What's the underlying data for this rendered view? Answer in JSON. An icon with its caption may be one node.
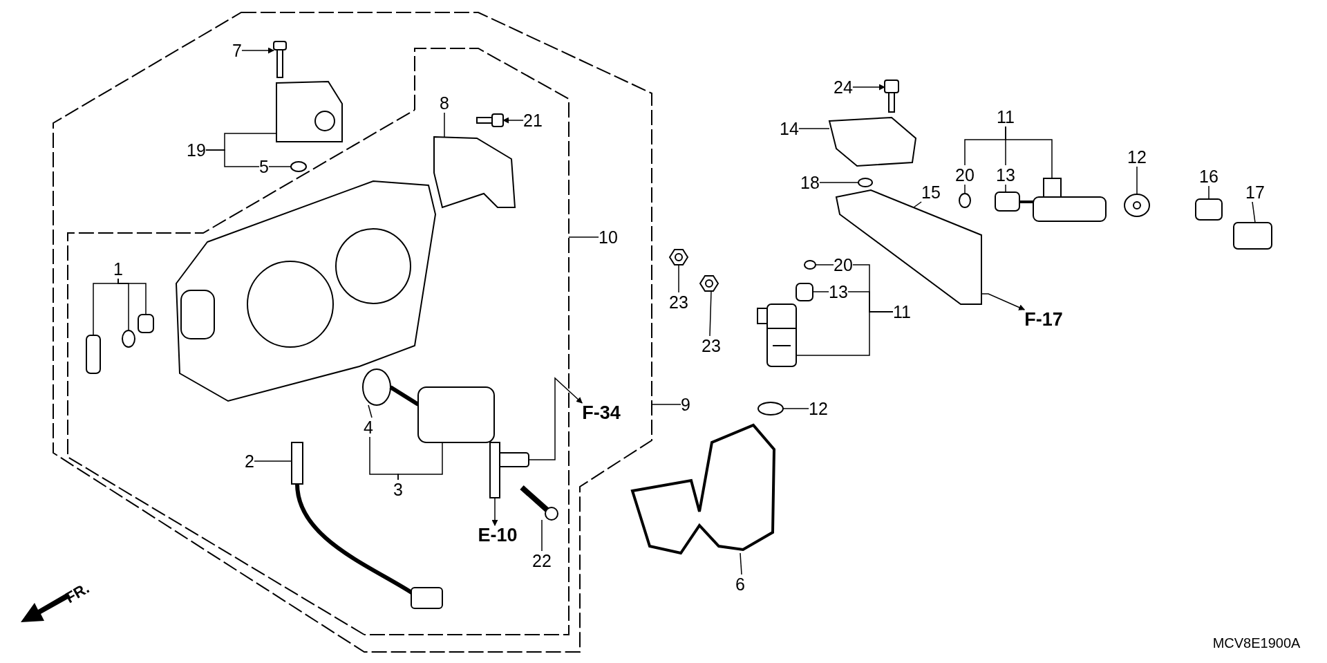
{
  "diagram": {
    "nodes": [
      {
        "text": [
          "7"
        ]
      },
      {
        "text": [
          "24"
        ]
      },
      {
        "text": [
          "8"
        ]
      },
      {
        "text": [
          "11"
        ]
      },
      {
        "text": [
          "21"
        ]
      },
      {
        "text": [
          "14"
        ]
      },
      {
        "text": [
          "19"
        ]
      },
      {
        "text": [
          "12"
        ]
      },
      {
        "text": [
          "5"
        ]
      },
      {
        "text": [
          "20"
        ]
      },
      {
        "text": [
          "13"
        ]
      },
      {
        "text": [
          "16"
        ]
      },
      {
        "text": [
          "18"
        ]
      },
      {
        "text": [
          "17"
        ]
      },
      {
        "text": [
          "15"
        ]
      },
      {
        "text": [
          "10"
        ]
      },
      {
        "text": [
          "1"
        ]
      },
      {
        "text": [
          "20"
        ]
      },
      {
        "text": [
          "23"
        ]
      },
      {
        "text": [
          "13"
        ]
      },
      {
        "text": [
          "11"
        ]
      },
      {
        "text": [
          "F-17"
        ]
      },
      {
        "text": [
          "23"
        ]
      },
      {
        "text": [
          "9"
        ]
      },
      {
        "text": [
          "12"
        ]
      },
      {
        "text": [
          "4"
        ]
      },
      {
        "text": [
          "F-34"
        ]
      },
      {
        "text": [
          "2"
        ]
      },
      {
        "text": [
          "3"
        ]
      },
      {
        "text": [
          "E-10"
        ]
      },
      {
        "text": [
          "22"
        ]
      },
      {
        "text": [
          "6"
        ]
      },
      {
        "text": [],
        "shape": "picture"
      },
      {
        "text": [],
        "shape": "picture"
      },
      {
        "text": [],
        "shape": "picture"
      },
      {
        "text": [],
        "shape": "picture"
      },
      {
        "text": [],
        "shape": "picture"
      },
      {
        "text": [],
        "shape": "picture"
      },
      {
        "text": [],
        "shape": "circle"
      },
      {
        "text": [],
        "shape": "circle"
      },
      {
        "text": [],
        "shape": "circle"
      },
      {
        "text": [],
        "shape": "box"
      },
      {
        "text": [],
        "shape": "picture"
      },
      {
        "text": [],
        "shape": "picture"
      },
      {
        "text": [],
        "shape": "box"
      },
      {
        "text": [],
        "shape": "picture"
      },
      {
        "text": [],
        "shape": "box"
      },
      {
        "text": [],
        "shape": "picture"
      },
      {
        "text": [],
        "shape": "circle"
      },
      {
        "text": [],
        "shape": "picture"
      },
      {
        "text": [],
        "shape": "box"
      },
      {
        "text": [],
        "shape": "box"
      },
      {
        "text": [],
        "shape": "picture"
      },
      {
        "text": [],
        "shape": "circle"
      },
      {
        "text": [],
        "shape": "box"
      },
      {
        "text": [],
        "shape": "circle"
      },
      {
        "text": [],
        "shape": "picture"
      },
      {
        "text": [],
        "shape": "picture"
      },
      {
        "text": [],
        "shape": "picture"
      },
      {
        "text": [],
        "shape": "picture"
      },
      {
        "text": [],
        "shape": "picture"
      },
      {
        "text": [],
        "shape": "picture"
      }
    ],
    "edges": [
      {
        "from": 0,
        "to": 32,
        "arrow": "to"
      },
      {
        "from": 1,
        "to": 33,
        "arrow": "to"
      },
      {
        "from": 2,
        "to": 35,
        "arrow": "none"
      },
      {
        "from": 3,
        "to": 9,
        "arrow": "none"
      },
      {
        "from": 3,
        "to": 10,
        "arrow": "none"
      },
      {
        "from": 3,
        "to": 42,
        "arrow": "none"
      },
      {
        "from": 4,
        "to": 36,
        "arrow": "to"
      },
      {
        "from": 5,
        "to": 37,
        "arrow": "none"
      },
      {
        "from": 6,
        "to": 34,
        "arrow": "none"
      },
      {
        "from": 6,
        "to": 8,
        "arrow": "none"
      },
      {
        "from": 8,
        "to": 38,
        "arrow": "none"
      },
      {
        "from": 7,
        "to": 43,
        "arrow": "none"
      },
      {
        "from": 9,
        "to": 40,
        "arrow": "none"
      },
      {
        "from": 10,
        "to": 41,
        "arrow": "none"
      },
      {
        "from": 11,
        "to": 44,
        "arrow": "none"
      },
      {
        "from": 12,
        "to": 39,
        "arrow": "none"
      },
      {
        "from": 13,
        "to": 46,
        "arrow": "none"
      },
      {
        "from": 14,
        "to": 45,
        "arrow": "none"
      },
      {
        "from": 15,
        "to": null,
        "arrow": "none"
      },
      {
        "from": 16,
        "to": 54,
        "arrow": "none"
      },
      {
        "from": 16,
        "to": 53,
        "arrow": "none"
      },
      {
        "from": 16,
        "to": 51,
        "arrow": "none"
      },
      {
        "from": 17,
        "to": 48,
        "arrow": "none"
      },
      {
        "from": 18,
        "to": 47,
        "arrow": "none"
      },
      {
        "from": 19,
        "to": 50,
        "arrow": "none"
      },
      {
        "from": 20,
        "to": 17,
        "arrow": "none"
      },
      {
        "from": 20,
        "to": 19,
        "arrow": "none"
      },
      {
        "from": 20,
        "to": 52,
        "arrow": "none"
      },
      {
        "from": 45,
        "to": 21,
        "arrow": "to"
      },
      {
        "from": 22,
        "to": 49,
        "arrow": "none"
      },
      {
        "from": 23,
        "to": null,
        "arrow": "none"
      },
      {
        "from": 24,
        "to": 57,
        "arrow": "none"
      },
      {
        "from": 25,
        "to": 55,
        "arrow": "none"
      },
      {
        "from": 56,
        "to": 26,
        "arrow": "to"
      },
      {
        "from": 27,
        "to": 58,
        "arrow": "none"
      },
      {
        "from": 28,
        "to": 25,
        "arrow": "none"
      },
      {
        "from": 28,
        "to": 56,
        "arrow": "none"
      },
      {
        "from": 56,
        "to": 29,
        "arrow": "to"
      },
      {
        "from": 30,
        "to": 60,
        "arrow": "none"
      },
      {
        "from": 31,
        "to": 59,
        "arrow": "none"
      }
    ],
    "labels": [
      "FR.",
      "MCV8E1900A"
    ]
  }
}
